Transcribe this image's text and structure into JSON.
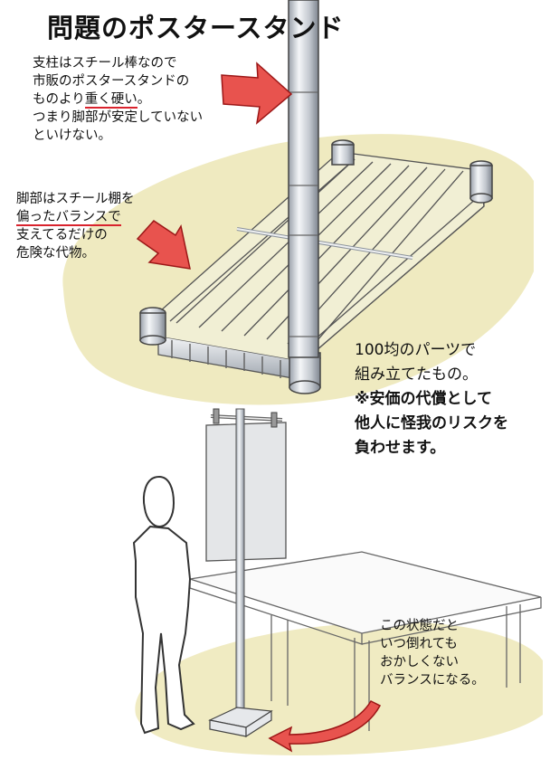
{
  "title": "問題のポスタースタンド",
  "note_pole": {
    "lines": [
      "支柱はスチール棒なので",
      "市販のポスタースタンドの"
    ],
    "line3_pre": "ものより",
    "line3_highlight": "重く硬い",
    "line3_post": "。",
    "line4": "つまり脚部が安定していない",
    "line5": "といけない。"
  },
  "note_base": {
    "line1": "脚部はスチール棚を",
    "line2_highlight": "偏ったバランスで",
    "line3": "支えてるだけの",
    "line4": "危険な代物。"
  },
  "note_parts": {
    "line1": "100均のパーツで",
    "line2": "組み立てたもの。",
    "line3": "※安価の代償として",
    "line4": "他人に怪我のリスクを",
    "line5": "負わせます。"
  },
  "note_balance": {
    "line1": "この状態だと",
    "line2": "いつ倒れても",
    "line3": "おかしくない",
    "line4": "バランスになる。"
  },
  "colors": {
    "arrow": "#e8534e",
    "arrow_dark": "#b71c1c",
    "shadow": "#efeac0",
    "metal": "#c9ced6"
  }
}
